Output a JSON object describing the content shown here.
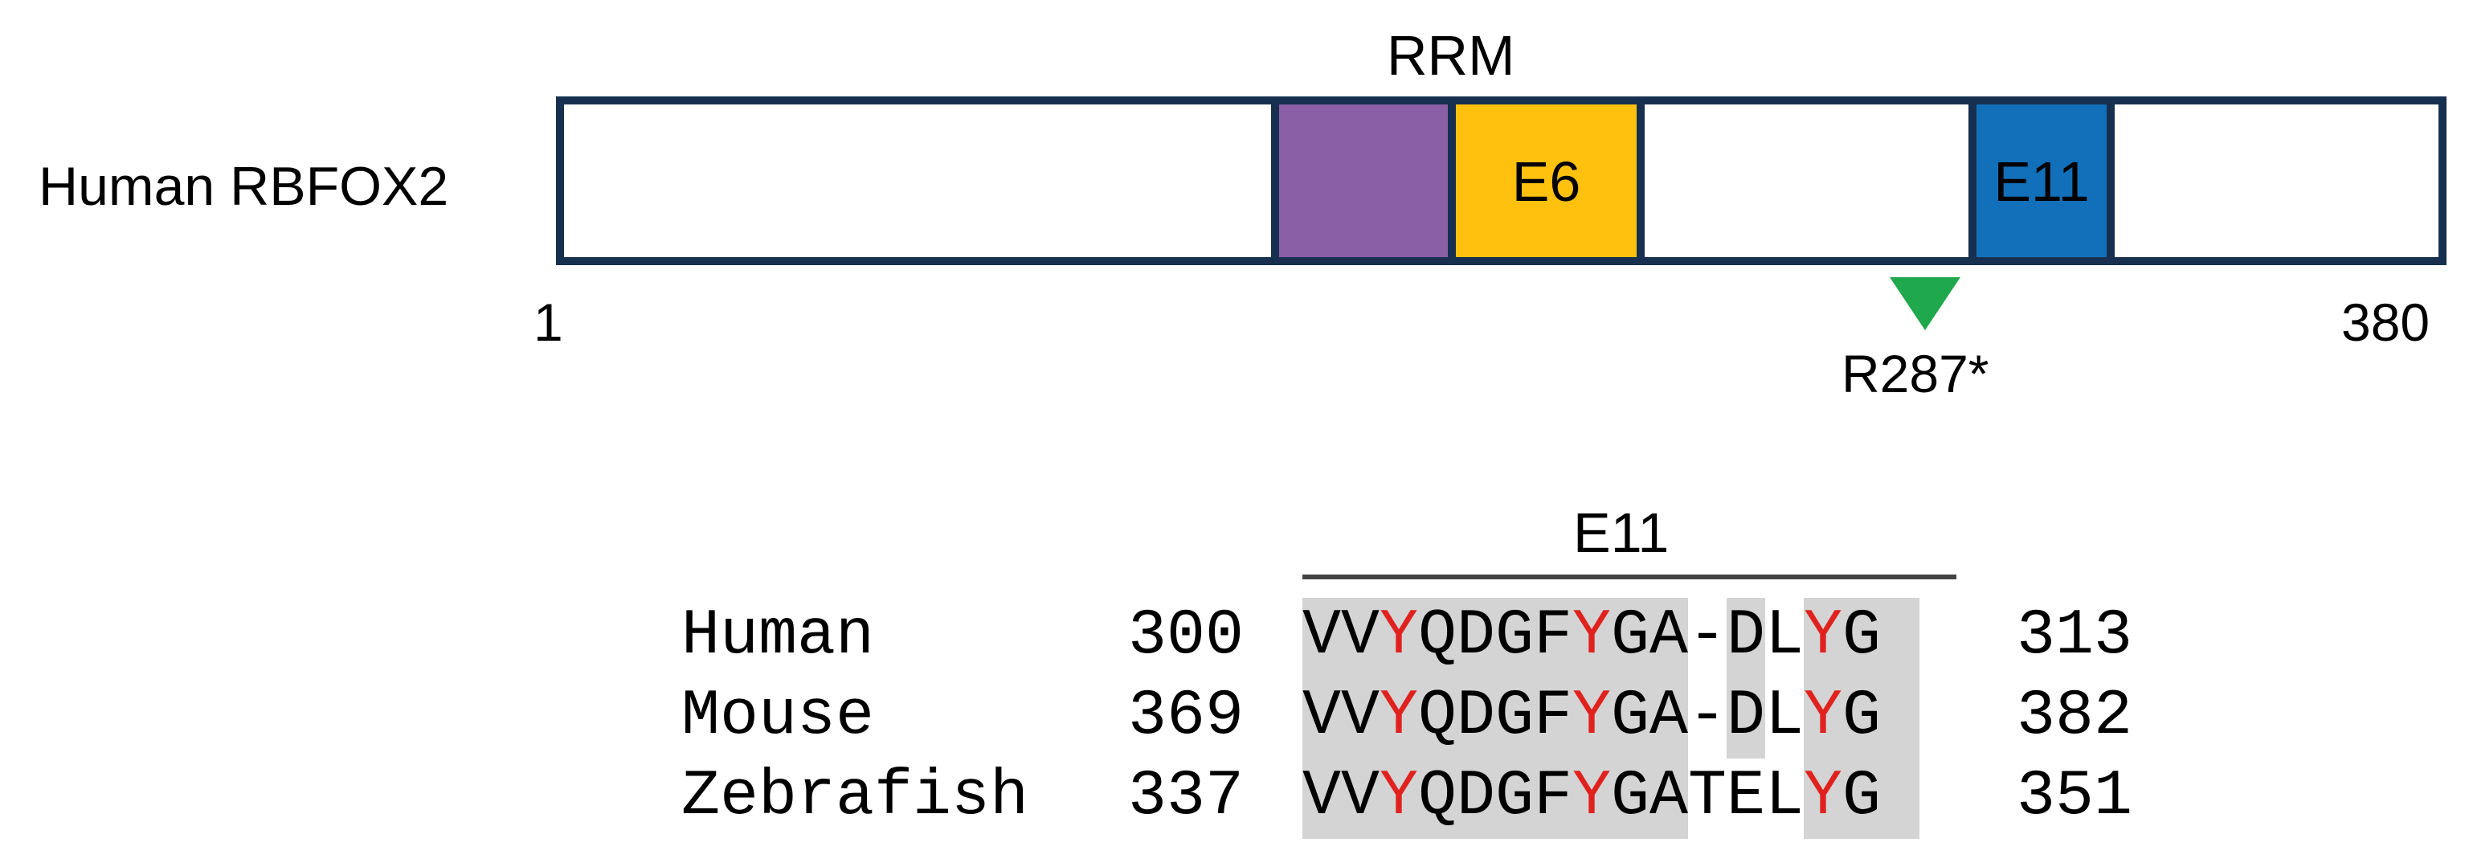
{
  "protein": {
    "name": "Human RBFOX2",
    "start": "1",
    "end": "380",
    "rrm_label": "RRM",
    "e6_label": "E6",
    "e11_label": "E11",
    "mutation_label": "R287*"
  },
  "alignment": {
    "title": "E11",
    "rows": [
      {
        "species": "Human",
        "start": "300",
        "residues": [
          "V",
          "V",
          "Y",
          "Q",
          "D",
          "G",
          "F",
          "Y",
          "G",
          "A",
          "-",
          "D",
          "L",
          "Y",
          "G"
        ],
        "end": "313"
      },
      {
        "species": "Mouse",
        "start": "369",
        "residues": [
          "V",
          "V",
          "Y",
          "Q",
          "D",
          "G",
          "F",
          "Y",
          "G",
          "A",
          "-",
          "D",
          "L",
          "Y",
          "G"
        ],
        "end": "382"
      },
      {
        "species": "Zebrafish",
        "start": "337",
        "residues": [
          "V",
          "V",
          "Y",
          "Q",
          "D",
          "G",
          "F",
          "Y",
          "G",
          "A",
          "T",
          "E",
          "L",
          "Y",
          "G"
        ],
        "end": "351"
      }
    ]
  },
  "colors": {
    "outline": "#17304f",
    "rrm": "#8b5fa6",
    "e6": "#ffc10e",
    "e11": "#1170b9",
    "mutation": "#20a84c",
    "highlight": "#e0221f",
    "shading": "#d4d4d4"
  }
}
